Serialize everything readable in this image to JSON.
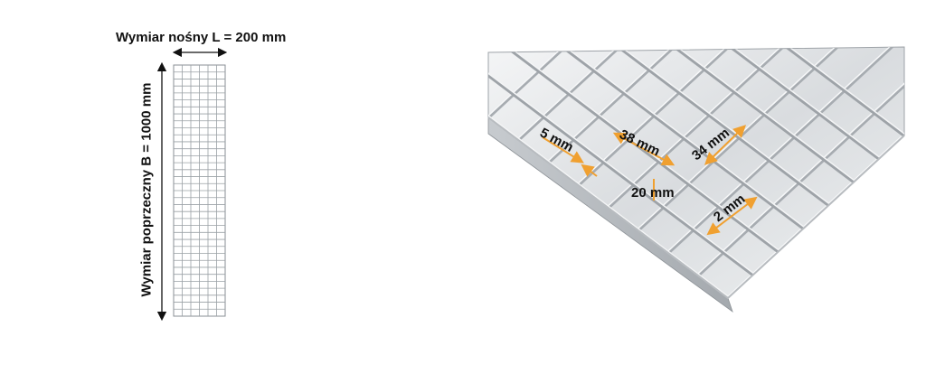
{
  "labels": {
    "bearing_dimension": "Wymiar nośny L = 200 mm",
    "cross_dimension": "Wymiar poprzeczny B = 1000 mm"
  },
  "dimensions": {
    "d1": "5 mm",
    "d2": "38 mm",
    "d3": "34 mm",
    "d4": "20 mm",
    "d5": "2 mm"
  },
  "colors": {
    "accent": "#f0a030",
    "metal_light": "#e6e8ea",
    "metal_dark": "#9ea3a8",
    "grid_line": "#8a8f94",
    "text": "#111111"
  }
}
